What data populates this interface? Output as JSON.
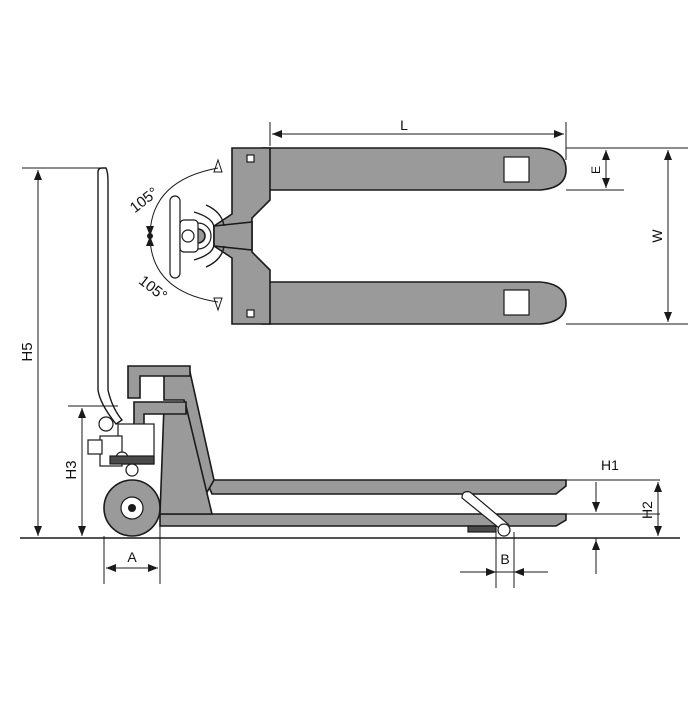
{
  "colors": {
    "body": "#9a9a9a",
    "line": "#1a1a1a",
    "background": "#ffffff"
  },
  "labels": {
    "L": "L",
    "E": "E",
    "W": "W",
    "H5": "H5",
    "H3": "H3",
    "H1": "H1",
    "H2": "H2",
    "A": "A",
    "B": "B",
    "angle_top": "105°",
    "angle_bottom": "105°"
  }
}
